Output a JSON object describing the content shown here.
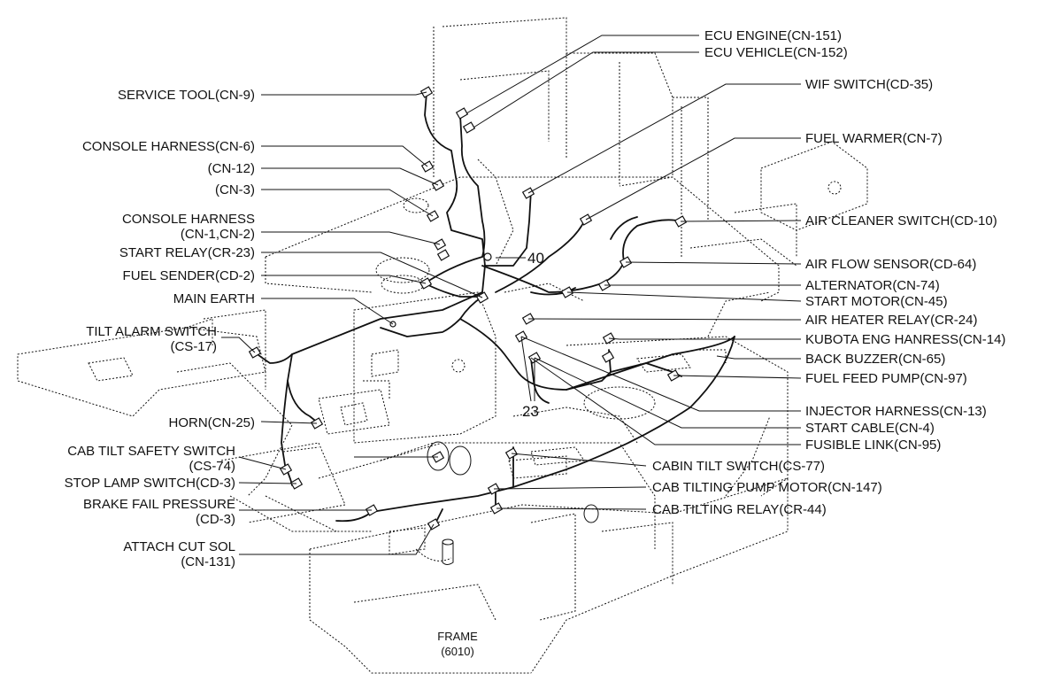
{
  "diagram": {
    "frame_label": "FRAME",
    "frame_code": "(6010)",
    "callout_40": "40",
    "callout_23": "23",
    "left_labels": [
      {
        "id": "service-tool",
        "lines": [
          "SERVICE TOOL(CN-9)"
        ]
      },
      {
        "id": "console-harness-cn6",
        "lines": [
          "CONSOLE HARNESS(CN-6)"
        ]
      },
      {
        "id": "cn12",
        "lines": [
          "(CN-12)"
        ]
      },
      {
        "id": "cn3",
        "lines": [
          "(CN-3)"
        ]
      },
      {
        "id": "console-harness-cn1-cn2",
        "lines": [
          "CONSOLE HARNESS",
          "(CN-1,CN-2)"
        ]
      },
      {
        "id": "start-relay",
        "lines": [
          "START RELAY(CR-23)"
        ]
      },
      {
        "id": "fuel-sender",
        "lines": [
          "FUEL SENDER(CD-2)"
        ]
      },
      {
        "id": "main-earth",
        "lines": [
          "MAIN EARTH"
        ]
      },
      {
        "id": "tilt-alarm-switch",
        "lines": [
          "TILT ALARM SWITCH",
          "(CS-17)"
        ]
      },
      {
        "id": "horn",
        "lines": [
          "HORN(CN-25)"
        ]
      },
      {
        "id": "cab-tilt-safety-switch",
        "lines": [
          "CAB TILT SAFETY SWITCH",
          "(CS-74)"
        ]
      },
      {
        "id": "stop-lamp-switch",
        "lines": [
          "STOP LAMP SWITCH(CD-3)"
        ]
      },
      {
        "id": "brake-fail-pressure",
        "lines": [
          "BRAKE FAIL PRESSURE",
          "(CD-3)"
        ]
      },
      {
        "id": "attach-cut-sol",
        "lines": [
          "ATTACH CUT SOL",
          "(CN-131)"
        ]
      }
    ],
    "right_labels": [
      {
        "id": "ecu-engine",
        "lines": [
          "ECU ENGINE(CN-151)"
        ]
      },
      {
        "id": "ecu-vehicle",
        "lines": [
          "ECU VEHICLE(CN-152)"
        ]
      },
      {
        "id": "wif-switch",
        "lines": [
          "WIF SWITCH(CD-35)"
        ]
      },
      {
        "id": "fuel-warmer",
        "lines": [
          "FUEL WARMER(CN-7)"
        ]
      },
      {
        "id": "air-cleaner-switch",
        "lines": [
          "AIR CLEANER SWITCH(CD-10)"
        ]
      },
      {
        "id": "air-flow-sensor",
        "lines": [
          "AIR FLOW SENSOR(CD-64)"
        ]
      },
      {
        "id": "alternator",
        "lines": [
          "ALTERNATOR(CN-74)"
        ]
      },
      {
        "id": "start-motor",
        "lines": [
          "START MOTOR(CN-45)"
        ]
      },
      {
        "id": "air-heater-relay",
        "lines": [
          "AIR HEATER RELAY(CR-24)"
        ]
      },
      {
        "id": "kubota-eng-harness",
        "lines": [
          "KUBOTA ENG HANRESS(CN-14)"
        ]
      },
      {
        "id": "back-buzzer",
        "lines": [
          "BACK BUZZER(CN-65)"
        ]
      },
      {
        "id": "fuel-feed-pump",
        "lines": [
          "FUEL FEED PUMP(CN-97)"
        ]
      },
      {
        "id": "injector-harness",
        "lines": [
          "INJECTOR HARNESS(CN-13)"
        ]
      },
      {
        "id": "start-cable",
        "lines": [
          "START CABLE(CN-4)"
        ]
      },
      {
        "id": "fusible-link",
        "lines": [
          "FUSIBLE LINK(CN-95)"
        ]
      },
      {
        "id": "cabin-tilt-switch",
        "lines": [
          "CABIN TILT SWITCH(CS-77)"
        ]
      },
      {
        "id": "cab-tilting-pump-motor",
        "lines": [
          "CAB TILTING PUMP MOTOR(CN-147)"
        ]
      },
      {
        "id": "cab-tilting-relay",
        "lines": [
          "CAB TILTING RELAY(CR-44)"
        ]
      }
    ]
  }
}
